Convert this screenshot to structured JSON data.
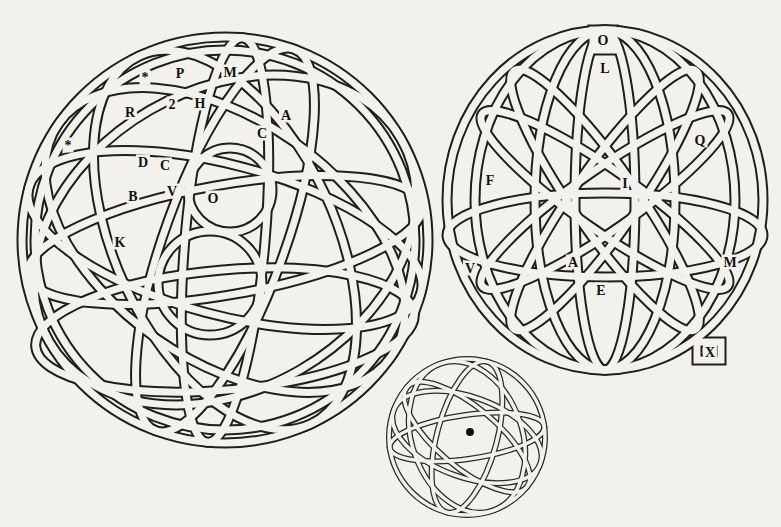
{
  "diagram": {
    "labels": [
      "*",
      "P",
      "M",
      "R",
      "2",
      "H",
      "A",
      "C",
      "*",
      "D",
      "C",
      "B",
      "V",
      "O",
      "K",
      "O",
      "L",
      "F",
      "I",
      "Q",
      "V",
      "A",
      "E",
      "M",
      "X"
    ]
  }
}
